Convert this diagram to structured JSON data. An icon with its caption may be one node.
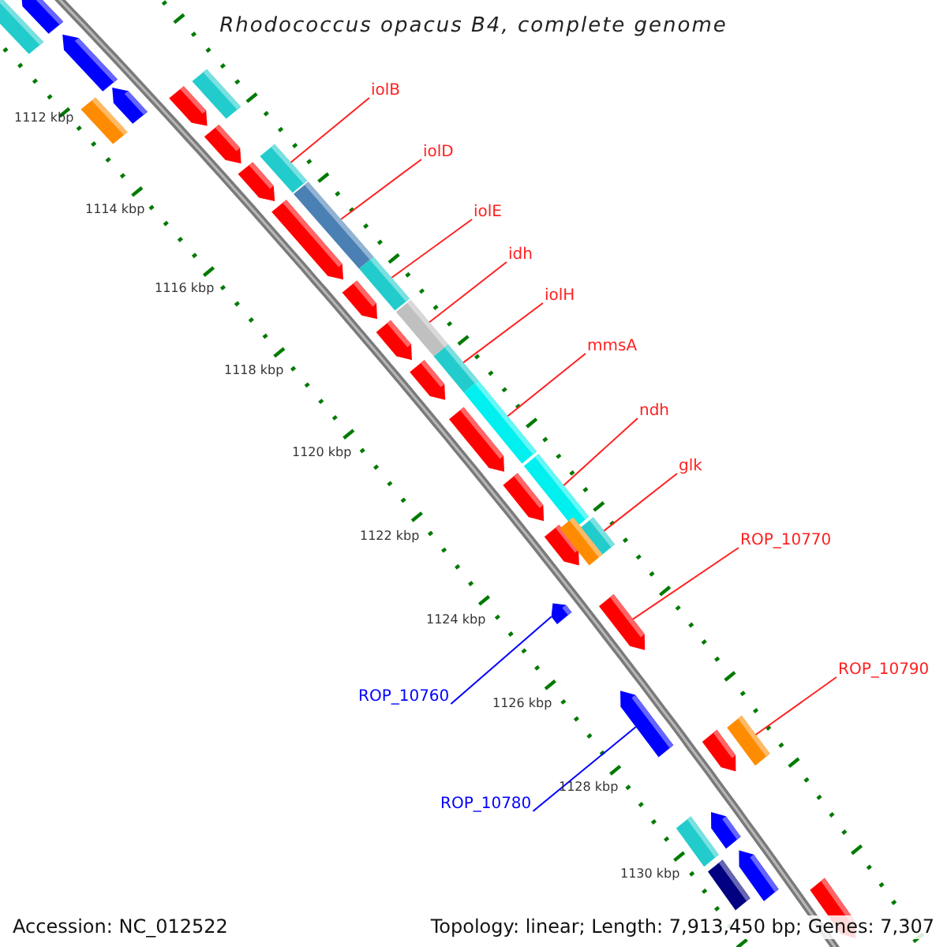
{
  "diagram": {
    "title": "Rhodococcus opacus B4, complete genome",
    "nodes": [
      {
        "text": [
          "iolB"
        ]
      },
      {
        "text": [
          "iolD"
        ]
      },
      {
        "text": [
          "iolE"
        ]
      },
      {
        "text": [
          "idh"
        ]
      },
      {
        "text": [
          "iolH"
        ]
      },
      {
        "text": [
          "mmsA"
        ]
      },
      {
        "text": [
          "ndh"
        ]
      },
      {
        "text": [
          "glk"
        ]
      },
      {
        "text": [
          "ROP_10770"
        ]
      },
      {
        "text": [
          "ROP_10760"
        ]
      },
      {
        "text": [
          "ROP_10790"
        ]
      },
      {
        "text": [
          "ROP_10780"
        ]
      },
      {
        "text": [],
        "shape": "bar"
      },
      {
        "text": [],
        "shape": "bar"
      },
      {
        "text": [],
        "shape": "bar"
      },
      {
        "text": [],
        "shape": "bar"
      },
      {
        "text": [],
        "shape": "bar"
      },
      {
        "text": [],
        "shape": "bar"
      },
      {
        "text": [],
        "shape": "bar"
      },
      {
        "text": [],
        "shape": "bar"
      },
      {
        "text": [],
        "shape": "bar"
      },
      {
        "text": [],
        "shape": "bar"
      },
      {
        "text": [],
        "shape": "bar"
      },
      {
        "text": [],
        "shape": "bar"
      },
      {
        "text": [],
        "shape": "bar"
      },
      {
        "text": [],
        "shape": "bar"
      },
      {
        "text": [],
        "shape": "bar"
      },
      {
        "text": [],
        "shape": "bar"
      },
      {
        "text": [],
        "shape": "bar"
      },
      {
        "text": [],
        "shape": "bar"
      },
      {
        "text": [],
        "shape": "bar"
      },
      {
        "text": [],
        "shape": "bar"
      },
      {
        "text": [],
        "shape": "bar"
      },
      {
        "text": [],
        "shape": "bar"
      },
      {
        "text": [],
        "shape": "bar"
      },
      {
        "text": [],
        "shape": "bar"
      },
      {
        "text": [],
        "shape": "bar"
      },
      {
        "text": [],
        "shape": "bar"
      },
      {
        "text": [],
        "shape": "bar"
      },
      {
        "text": [],
        "shape": "bar"
      },
      {
        "text": [],
        "shape": "bar"
      },
      {
        "text": [],
        "shape": "bar"
      },
      {
        "text": [],
        "shape": "bar"
      },
      {
        "text": [],
        "shape": "bar"
      },
      {
        "text": [],
        "shape": "bar"
      },
      {
        "text": [],
        "shape": "bar"
      },
      {
        "text": [],
        "shape": "bar"
      }
    ],
    "edges": [
      {
        "from": 0,
        "to": 21,
        "arrow": "none"
      },
      {
        "from": 1,
        "to": 23,
        "arrow": "none"
      },
      {
        "from": 2,
        "to": 24,
        "arrow": "none"
      },
      {
        "from": 3,
        "to": 26,
        "arrow": "none"
      },
      {
        "from": 4,
        "to": 29,
        "arrow": "none"
      },
      {
        "from": 5,
        "to": 30,
        "arrow": "none"
      },
      {
        "from": 6,
        "to": 32,
        "arrow": "none"
      },
      {
        "from": 7,
        "to": 36,
        "arrow": "none"
      },
      {
        "from": 8,
        "to": 38,
        "arrow": "none"
      },
      {
        "from": 9,
        "to": 37,
        "arrow": "none",
        "color": "#0000ff"
      },
      {
        "from": 10,
        "to": 41,
        "arrow": "none"
      },
      {
        "from": 11,
        "to": 39,
        "arrow": "none",
        "color": "#0000ff"
      }
    ],
    "labels": [
      "1112 kbp",
      "1114 kbp",
      "1116 kbp",
      "1118 kbp",
      "1120 kbp",
      "1122 kbp",
      "1124 kbp",
      "1126 kbp",
      "1128 kbp",
      "1130 kbp",
      "Accession: NC_012522",
      "Topology: linear; Length: 7,913,450 bp; Genes: 7,307"
    ]
  }
}
